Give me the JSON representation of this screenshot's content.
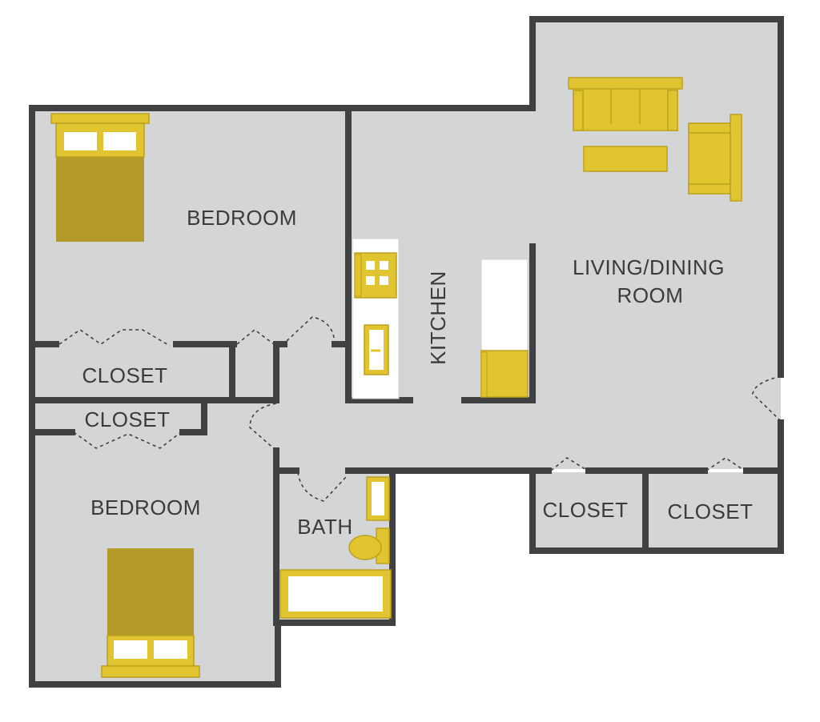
{
  "rooms": {
    "bedroom_top": "BEDROOM",
    "closet_top_left": "CLOSET",
    "closet_mid": "CLOSET",
    "bedroom_bottom": "BEDROOM",
    "kitchen": "KITCHEN",
    "living_line1": "LIVING/DINING",
    "living_line2": "ROOM",
    "bath": "BATH",
    "closet_right_1": "CLOSET",
    "closet_right_2": "CLOSET"
  },
  "colors": {
    "wall": "#404142",
    "floor": "#d4d5d6",
    "furniture": "#e1c530",
    "bed": "#b39a2a"
  }
}
